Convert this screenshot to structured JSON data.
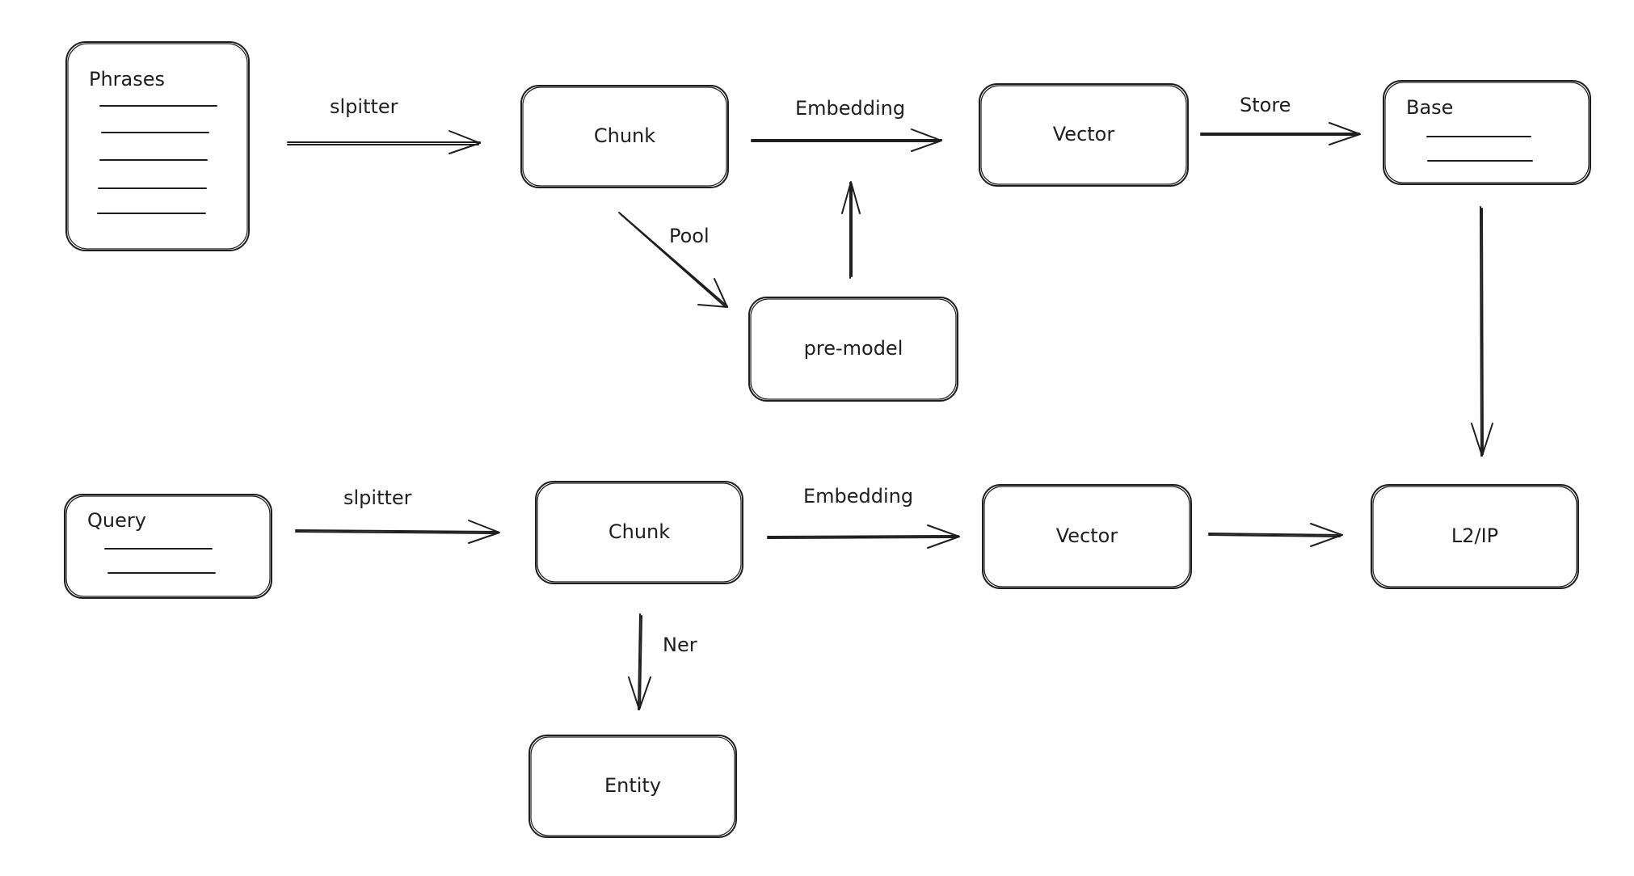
{
  "nodes": {
    "phrases": "Phrases",
    "chunk_top": "Chunk",
    "vector_top": "Vector",
    "base": "Base",
    "pre_model": "pre-model",
    "query": "Query",
    "chunk_bottom": "Chunk",
    "vector_bottom": "Vector",
    "l2ip": "L2/IP",
    "entity": "Entity"
  },
  "edges": {
    "splitter_top": "slpitter",
    "embedding_top": "Embedding",
    "store": "Store",
    "pool": "Pool",
    "splitter_bottom": "slpitter",
    "embedding_bottom": "Embedding",
    "ner": "Ner"
  }
}
